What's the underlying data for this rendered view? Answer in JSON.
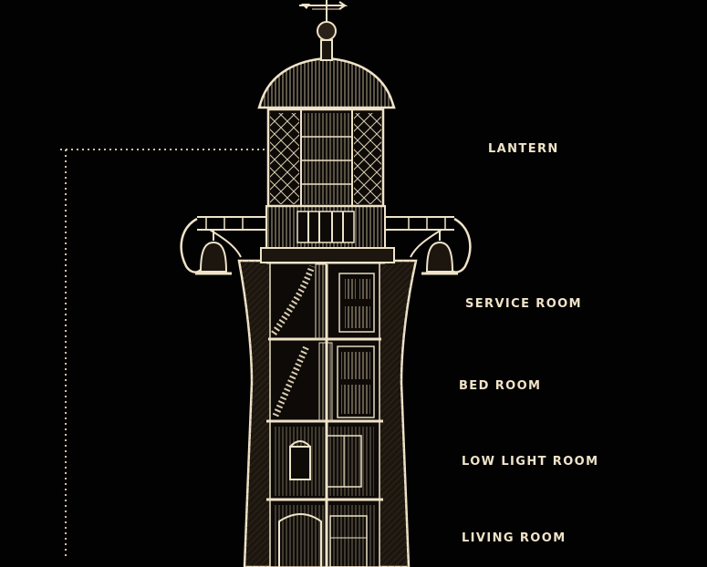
{
  "diagram": {
    "colors": {
      "background": "#030202",
      "ink": "#efe3c8",
      "ink_dim": "#b9aa8c",
      "tower_fill": "#241d14"
    },
    "labels": {
      "lantern": "LANTERN",
      "service_room": "SERVICE ROOM",
      "bed_room": "BED ROOM",
      "low_light_room": "LOW LIGHT ROOM",
      "living_room": "LIVING ROOM"
    }
  }
}
